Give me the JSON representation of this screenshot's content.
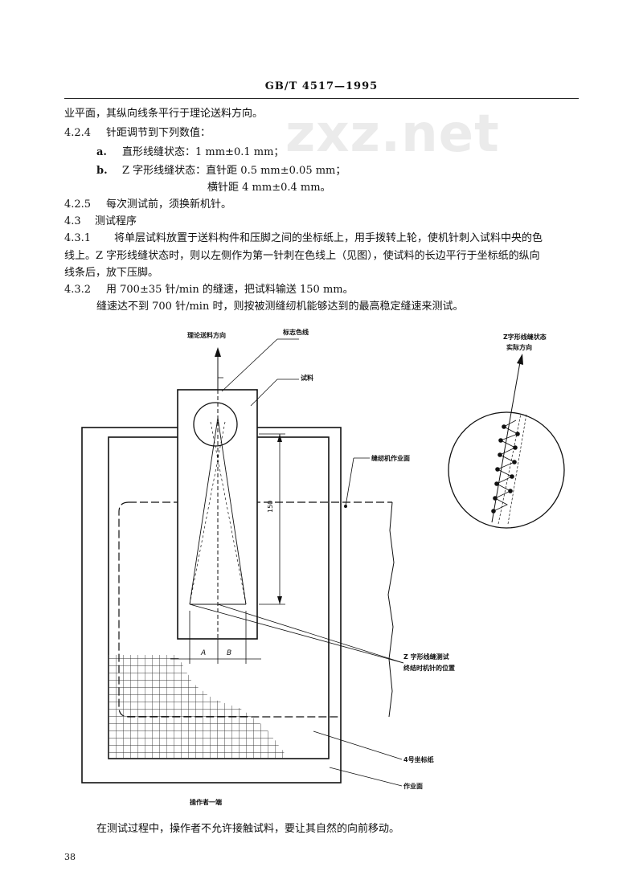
{
  "header": {
    "standard_id": "GB/T 4517—1995"
  },
  "watermark": {
    "text": "zxz.net"
  },
  "body": {
    "line1": "业平面，其纵向线条平行于理论送料方向。",
    "s424_num": "4.2.4",
    "s424_text": "针距调节到下列数值：",
    "item_a_label": "a.",
    "item_a_text": "直形线缝状态：1 mm±0.1 mm；",
    "item_b_label": "b.",
    "item_b_text": "Z 字形线缝状态：直针距 0.5 mm±0.05 mm；",
    "item_b_text2": "横针距 4 mm±0.4 mm。",
    "s425_num": "4.2.5",
    "s425_text": "每次测试前，须换新机针。",
    "s43_num": "4.3",
    "s43_text": "测试程序",
    "s431_num": "4.3.1",
    "s431_line1": "将单层试料放置于送料构件和压脚之间的坐标纸上，用手拨转上轮，使机针刺入试料中央的色",
    "s431_line2": "线上。Z 字形线缝状态时，则以左侧作为第一针刺在色线上（见图），使试料的长边平行于坐标纸的纵向",
    "s431_line3": "线条后，放下压脚。",
    "s432_num": "4.3.2",
    "s432_line1": "用 700±35 针/min 的缝速，把试料输送 150 mm。",
    "s432_line2": "缝速达不到 700 针/min 时，则按被测缝纫机能够达到的最高稳定缝速来测试。",
    "closing": "在测试过程中，操作者不允许接触试料，要让其自然的向前移动。"
  },
  "figure": {
    "label_feed_direction": "理论送料方向",
    "label_marker_line": "标志色线",
    "label_specimen": "试料",
    "label_machine_surface": "缝纫机作业面",
    "label_zigzag_line1": "Z 字形线缝测试",
    "label_zigzag_line2": "终结时机针的位置",
    "label_graph_paper": "4号坐标纸",
    "label_work_surface": "作业面",
    "label_operator": "操作者一端",
    "label_actual_line1": "Z字形线缝状态",
    "label_actual_line2": "实际方向",
    "dim_150": "150",
    "dim_a": "A",
    "dim_b": "B"
  },
  "footer": {
    "page_number": "38"
  }
}
